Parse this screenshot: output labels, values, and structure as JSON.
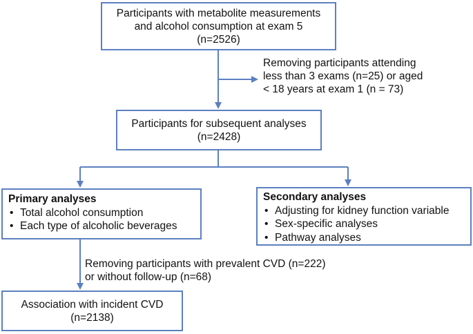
{
  "boxes": {
    "initial": {
      "lines": [
        "Participants with metabolite measurements",
        "and alcohol consumption at exam 5",
        "(n=2526)"
      ]
    },
    "subsequent": {
      "lines": [
        "Participants for subsequent analyses",
        "(n=2428)"
      ]
    },
    "primary": {
      "title": "Primary analyses",
      "items": [
        "Total alcohol consumption",
        "Each type of alcoholic beverages"
      ]
    },
    "secondary": {
      "title": "Secondary analyses",
      "items": [
        "Adjusting for kidney function variable",
        "Sex-specific analyses",
        "Pathway analyses"
      ]
    },
    "incident": {
      "lines": [
        "Association with incident CVD",
        "(n=2138)"
      ]
    }
  },
  "exclusions": {
    "first": {
      "lines": [
        "Removing participants attending",
        "less than 3 exams  (n=25) or aged",
        "< 18 years at exam 1 (n = 73)"
      ]
    },
    "second": {
      "lines": [
        "Removing participants with prevalent CVD (n=222)",
        "or without follow-up (n=68)"
      ]
    }
  },
  "colors": {
    "border": "#5b7fc0",
    "arrow": "#5b7fc0"
  }
}
